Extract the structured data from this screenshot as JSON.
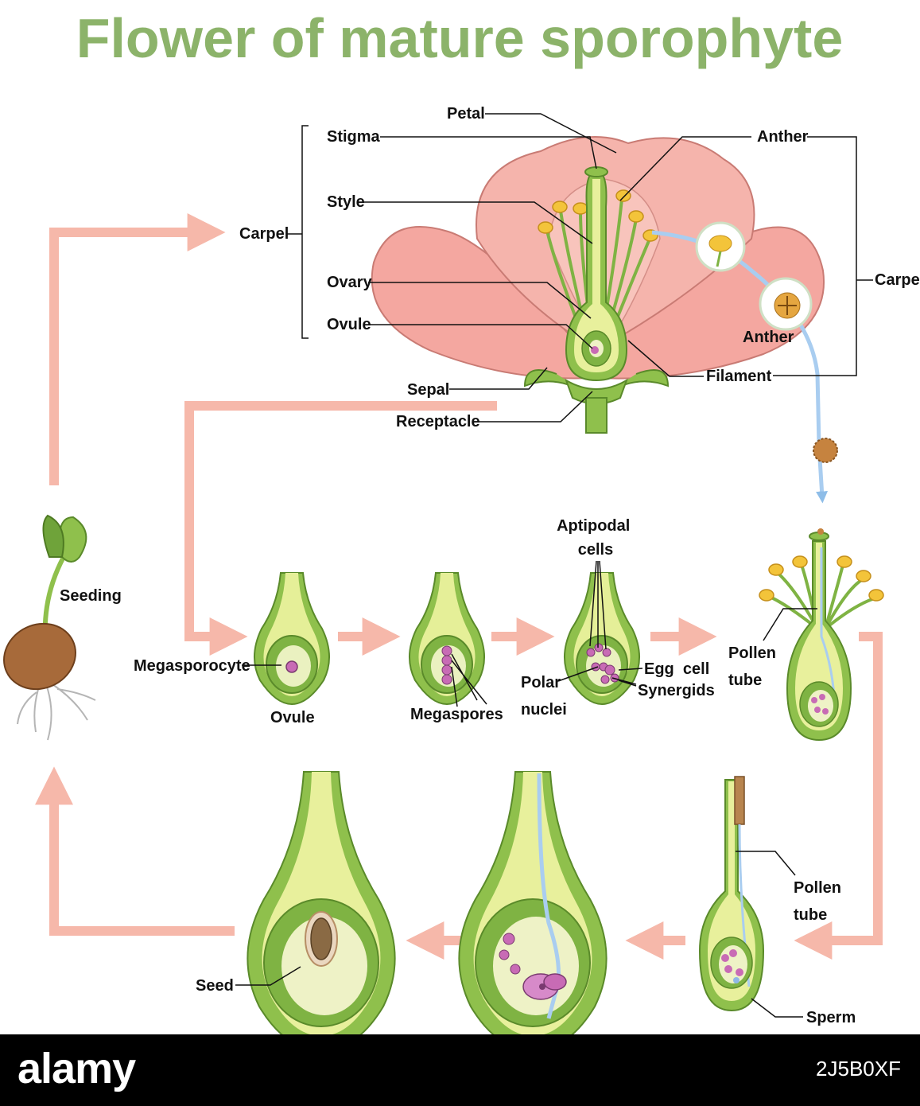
{
  "title": "Flower of mature sporophyte",
  "colors": {
    "title": "#8cb36a",
    "arrow": "#f6b8aa",
    "petal": "#f4a7a0",
    "tissue_green": "#8fc04c",
    "tissue_yellow": "#eef0a0",
    "cell_purple": "#c86bb5",
    "pollen_path": "#a9cdf0"
  },
  "labels": {
    "petal": "Petal",
    "stigma": "Stigma",
    "anther_top": "Anther",
    "style": "Style",
    "carpel_left": "Carpel",
    "carpel_right": "Carpel",
    "ovary": "Ovary",
    "ovule_flower": "Ovule",
    "anther_zoom": "Anther",
    "filament": "Filament",
    "sepal": "Sepal",
    "receptacle": "Receptacle",
    "aptipodal": [
      "Aptipodal",
      "cells"
    ],
    "seeding": "Seeding",
    "megasporocyte": "Megasporocyte",
    "ovule_stage": "Ovule",
    "megaspores": "Megaspores",
    "polar": [
      "Polar",
      "nuclei"
    ],
    "egg_cell": "Egg  cell",
    "synergids": "Synergids",
    "pollen_tube_1": [
      "Pollen",
      "tube"
    ],
    "pollen_tube_2": [
      "Pollen",
      "tube"
    ],
    "sperm": "Sperm",
    "seed": "Seed"
  },
  "footer": {
    "brand": "alamy",
    "stock_id": "2J5B0XF"
  }
}
